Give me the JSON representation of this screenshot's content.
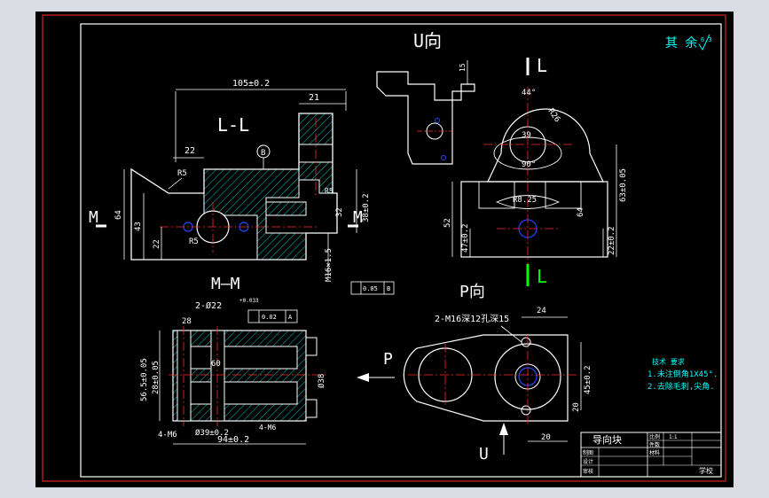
{
  "views": {
    "section_ll": "L-L",
    "section_mm": "M—M",
    "view_u": "U向",
    "view_p": "P向",
    "arrow_l": "L",
    "arrow_m": "M",
    "arrow_p": "P",
    "arrow_u": "U"
  },
  "roughness": {
    "label": "其 余",
    "value": "6.3"
  },
  "dims": {
    "ll_105": "105±0.2",
    "ll_21": "21",
    "ll_22": "22",
    "ll_r5": "R5",
    "ll_64": "64",
    "ll_43": "43",
    "ll_22v": "22",
    "ll_r5b": "R5",
    "ll_m16": "M16×1.5",
    "ll_38": "38±0.2",
    "ll_32": "32",
    "ll_tol": "0.05",
    "ll_datum": "B",
    "ll_r5c": "R5",
    "u_15": "15",
    "l_44": "44°",
    "l_r26": "R26",
    "l_39": "39",
    "l_90": "90°",
    "l_r825": "R8.25",
    "l_52": "52",
    "l_47": "47±0.2",
    "l_63": "63±0.05",
    "l_64": "64",
    "l_22": "22±0.2",
    "mm_hole": "2-Ø22",
    "mm_hole_tol": "+0.033",
    "mm_tol": "0.02",
    "mm_datum": "A",
    "mm_28": "28",
    "mm_60": "60",
    "mm_56": "56.5±0.05",
    "mm_28v": "28±0.05",
    "mm_4m6": "4-M6",
    "mm_39": "Ø39±0.2",
    "mm_94": "94±0.2",
    "mm_38": "Ø38",
    "p_holes": "2-M16深12孔深15",
    "p_24": "24",
    "p_45": "45±0.2",
    "p_20": "20",
    "p_20h": "20"
  },
  "notes": {
    "title": "技术 要求",
    "line1": "1.未注倒角1X45°.",
    "line2": "2.去除毛刺,尖角."
  },
  "title_block": {
    "part_name": "导向块",
    "scale_label": "比例",
    "scale_value": "1:1",
    "qty_label": "件数",
    "material_label": "材料",
    "drawn_label": "制图",
    "design_label": "设计",
    "check_label": "审核",
    "school": "学校"
  },
  "colors": {
    "outline": "#ffffff",
    "dimension": "#ffffff",
    "centerline": "#ff2b2b",
    "hatch": "#00c6c6",
    "hidden": "#2244ff",
    "notes": "#00ffff",
    "border": "#ff2b2b"
  }
}
